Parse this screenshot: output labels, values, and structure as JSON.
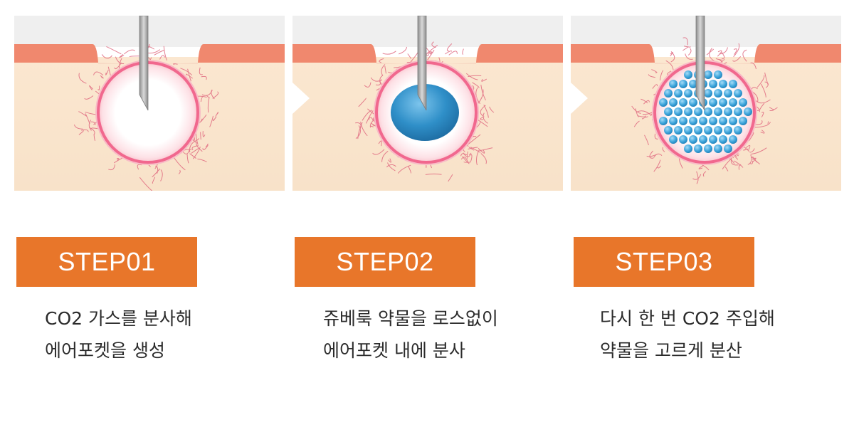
{
  "colors": {
    "background": "#ffffff",
    "top_band": "#efefef",
    "skin_surface": "#f0886e",
    "tissue": "#fbe8d2",
    "tissue_deep": "#f9dcc0",
    "fibers": "#e06a80",
    "pocket_ring": "#ef5d86",
    "needle": "#a8a8a8",
    "drug": "#2f8fc8",
    "particle": "#3fa6dc",
    "badge": "#e8762a",
    "badge_text": "#ffffff",
    "desc_text": "#2b2b2b"
  },
  "steps": [
    {
      "label": "STEP01",
      "desc_line1": "CO2 가스를 분사해",
      "desc_line2": "에어포켓을 생성",
      "pocket_content": "empty"
    },
    {
      "label": "STEP02",
      "desc_line1": "쥬베룩 약물을 로스없이",
      "desc_line2": "에어포켓 내에 분사",
      "pocket_content": "drug-blob"
    },
    {
      "label": "STEP03",
      "desc_line1": "다시 한 번 CO2 주입해",
      "desc_line2": "약물을 고르게 분산",
      "pocket_content": "dispersed-particles"
    }
  ]
}
